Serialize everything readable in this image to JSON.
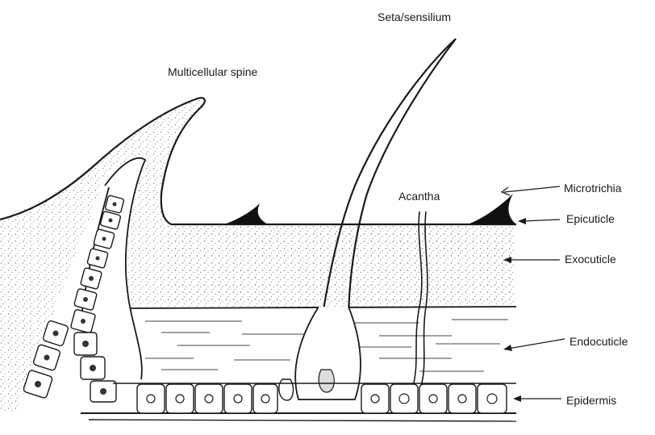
{
  "diagram": {
    "labels": {
      "seta": "Seta/sensilium",
      "spine": "Multicellular spine",
      "microtrichia": "Microtrichia",
      "acantha": "Acantha",
      "epicuticle": "Epicuticle",
      "exocuticle": "Exocuticle",
      "endocuticle": "Endocuticle",
      "epidermis": "Epidermis"
    },
    "colors": {
      "ink": "#1a1a1a",
      "stipple": "#7a7a7a",
      "background": "#ffffff"
    }
  }
}
